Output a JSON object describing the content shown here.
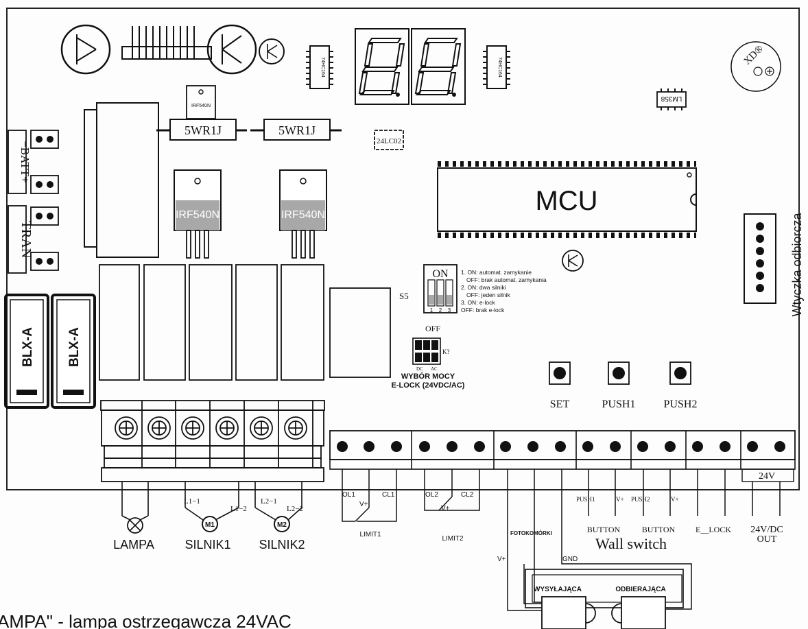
{
  "colors": {
    "ink": "#111111",
    "panel_gray": "#a8a8a8",
    "paper": "#fdfdfd"
  },
  "chips": {
    "ic_left": "74HC164",
    "ic_right": "74HC164",
    "ic_lm": "LM358",
    "ic_eeprom": "24LC02",
    "mcu": "MCU",
    "brand_logo": "XD®"
  },
  "resistors": [
    "5WR1J",
    "5WR1J"
  ],
  "mosfets": [
    "IRF540N",
    "IRF540N",
    "IRF540N"
  ],
  "battery": {
    "label_batt": "−BATT+",
    "label_tran": "TRAN"
  },
  "fuses": [
    "BLX-A",
    "BLX-A"
  ],
  "dip": {
    "switch_label": "S5",
    "on_label": "ON",
    "numbers": [
      "1",
      "2",
      "3"
    ],
    "notes": [
      "1. ON: automat. zamykanie",
      "OFF: brak automat. zamykania",
      "2. ON: dwa silniki",
      "OFF: jeden silnik",
      "3. ON: e-lock",
      "OFF: brak e-lock"
    ]
  },
  "jumper": {
    "off_label": "OFF",
    "k_label": "K?",
    "dc_label": "DC",
    "ac_label": "AC",
    "title_1": "WYBÓR MOCY",
    "title_2": "E-LOCK (24VDC/AC)"
  },
  "buttons": [
    "SET",
    "PUSH1",
    "PUSH2"
  ],
  "receiver_label": "Wtyczka odbiorcza",
  "power_terminals": {
    "motor_labels": {
      "l11": "L1−1",
      "l12": "L1−2",
      "l21": "L2−1",
      "l22": "L2−2",
      "m1": "M1",
      "m2": "M2"
    },
    "bottom_labels": [
      "LAMPA",
      "SILNIK1",
      "SILNIK2"
    ]
  },
  "signal_terminals": {
    "v24": "24V",
    "limit1": {
      "ol": "OL1",
      "v": "V+",
      "cl": "CL1",
      "name": "LIMIT1"
    },
    "limit2": {
      "ol": "OL2",
      "v": "V+",
      "cl": "CL2",
      "name": "LIMIT2"
    },
    "foto": {
      "name": "FOTOKOMÓRKI",
      "vplus": "V+",
      "gnd": "GND",
      "tx": "WYSYŁAJĄCA",
      "rx": "ODBIERAJĄCA"
    },
    "push1": {
      "label": "PUSH1",
      "vplus": "V+",
      "button": "BUTTON"
    },
    "push2": {
      "label": "PUSH2",
      "vplus": "V+",
      "button": "BUTTON"
    },
    "wall_switch": "Wall switch",
    "elock": "E__LOCK",
    "out": {
      "line1": "24V/DC",
      "line2": "OUT"
    }
  },
  "footer_text": "AMPA\" - lampa ostrzegawcza 24VAC"
}
